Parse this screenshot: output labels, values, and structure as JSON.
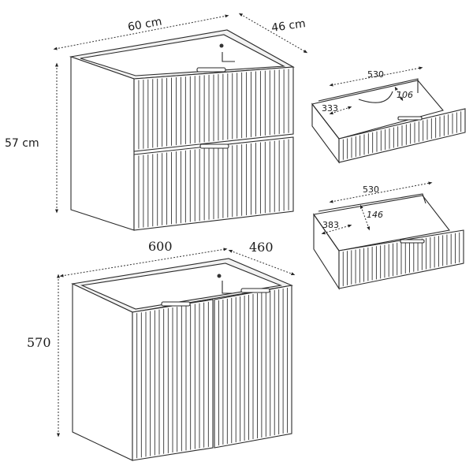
{
  "top_cabinet": {
    "width_label": "60 cm",
    "depth_label": "46 cm",
    "height_label": "57 cm"
  },
  "drawer_upper": {
    "length_label": "530",
    "depth_label": "333",
    "height_label": "106"
  },
  "drawer_lower": {
    "length_label": "530",
    "depth_label": "383",
    "height_label": "146"
  },
  "bottom_cabinet": {
    "width_label": "600",
    "depth_label": "460",
    "height_label": "570"
  }
}
